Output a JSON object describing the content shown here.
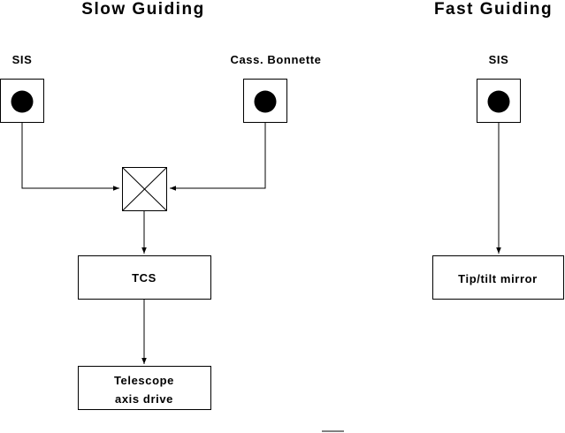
{
  "slow_guiding": {
    "title": "Slow Guiding",
    "sis_label": "SIS",
    "cass_label": "Cass. Bonnette",
    "tcs_label": "TCS",
    "telescope_line1": "Telescope",
    "telescope_line2": "axis drive"
  },
  "fast_guiding": {
    "title": "Fast Guiding",
    "sis_label": "SIS",
    "mirror_label": "Tip/tilt mirror"
  }
}
